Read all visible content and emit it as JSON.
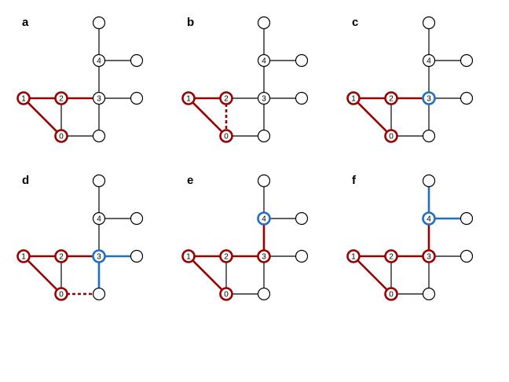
{
  "colors": {
    "default": "#000000",
    "red": "#990000",
    "blue": "#1f6fc6",
    "background": "#ffffff"
  },
  "panels": [
    {
      "label": "a",
      "node_states": {
        "0": "red",
        "1": "red",
        "2": "red",
        "3": "default",
        "4": "default"
      },
      "edge_states": {
        "n1-n2": "red",
        "n1-n0": "red",
        "n2-n3": "red"
      },
      "dashed_edges": []
    },
    {
      "label": "b",
      "node_states": {
        "0": "red",
        "1": "red",
        "2": "red",
        "3": "default",
        "4": "default"
      },
      "edge_states": {
        "n1-n2": "red",
        "n1-n0": "red",
        "n2-n0": "red"
      },
      "dashed_edges": [
        "n2-n0"
      ]
    },
    {
      "label": "c",
      "node_states": {
        "0": "red",
        "1": "red",
        "2": "red",
        "3": "blue",
        "4": "default"
      },
      "edge_states": {
        "n1-n2": "red",
        "n1-n0": "red",
        "n2-n3": "red"
      },
      "dashed_edges": []
    },
    {
      "label": "d",
      "node_states": {
        "0": "red",
        "1": "red",
        "2": "red",
        "3": "blue",
        "4": "default"
      },
      "edge_states": {
        "n1-n2": "red",
        "n1-n0": "red",
        "n2-n3": "red",
        "n3-bot": "blue",
        "n3-r3": "blue",
        "n0-bot": "red"
      },
      "dashed_edges": [
        "n0-bot"
      ]
    },
    {
      "label": "e",
      "node_states": {
        "0": "red",
        "1": "red",
        "2": "red",
        "3": "red",
        "4": "blue"
      },
      "edge_states": {
        "n1-n2": "red",
        "n1-n0": "red",
        "n2-n3": "red",
        "n3-n4": "red"
      },
      "dashed_edges": []
    },
    {
      "label": "f",
      "node_states": {
        "0": "red",
        "1": "red",
        "2": "red",
        "3": "red",
        "4": "blue"
      },
      "edge_states": {
        "n1-n2": "red",
        "n1-n0": "red",
        "n2-n3": "red",
        "n3-n4": "red",
        "n4-top": "blue",
        "n4-r4": "blue"
      },
      "dashed_edges": []
    }
  ],
  "graph": {
    "nodes": [
      {
        "id": "n0",
        "label": "0"
      },
      {
        "id": "n1",
        "label": "1"
      },
      {
        "id": "n2",
        "label": "2"
      },
      {
        "id": "n3",
        "label": "3"
      },
      {
        "id": "n4",
        "label": "4"
      },
      {
        "id": "top",
        "label": ""
      },
      {
        "id": "r4",
        "label": ""
      },
      {
        "id": "r3",
        "label": ""
      },
      {
        "id": "bot",
        "label": ""
      }
    ],
    "edges": [
      [
        "n1",
        "n2"
      ],
      [
        "n1",
        "n0"
      ],
      [
        "n2",
        "n0"
      ],
      [
        "n2",
        "n3"
      ],
      [
        "n0",
        "bot"
      ],
      [
        "n3",
        "bot"
      ],
      [
        "n3",
        "r3"
      ],
      [
        "n3",
        "n4"
      ],
      [
        "n4",
        "r4"
      ],
      [
        "n4",
        "top"
      ]
    ]
  }
}
